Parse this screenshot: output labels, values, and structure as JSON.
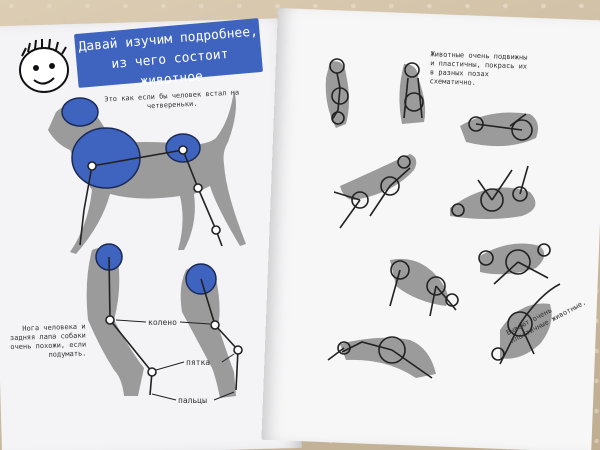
{
  "title": "Давай изучим подробнее, из чего состоит животное",
  "notes": {
    "human_on_fours": "Это как если бы человек встал на четвереньки.",
    "leg_compare": "Нога человека и задняя лапа собаки очень похожи, если подумать.",
    "flexible": "Животные очень подвижны и пластичны, покрась их в разных позах схематично.",
    "plastic": "Бывают очень пластичные животные."
  },
  "labels": {
    "knee": "колено",
    "heel": "пятка",
    "toes": "пальцы"
  },
  "colors": {
    "accent": "#3f64c0",
    "shadow": "#9a9a9a",
    "line": "#222222"
  }
}
